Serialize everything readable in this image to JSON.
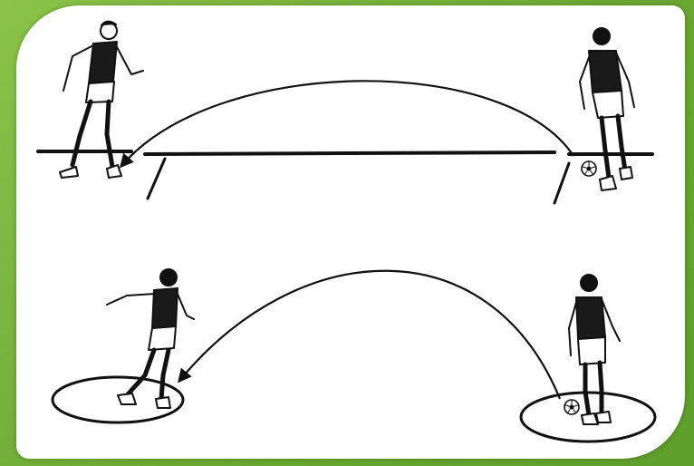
{
  "colors": {
    "frame_green": "#7cb342",
    "panel_white": "#ffffff",
    "ink": "#111111",
    "jersey": "#1a1a1a"
  },
  "scene_top": {
    "elements": [
      "player-passer",
      "player-receiver",
      "ball",
      "field-line",
      "pass-arc"
    ]
  },
  "scene_bottom": {
    "elements": [
      "player-passer",
      "player-receiver",
      "ball",
      "circle-left",
      "circle-right",
      "pass-arc"
    ]
  }
}
